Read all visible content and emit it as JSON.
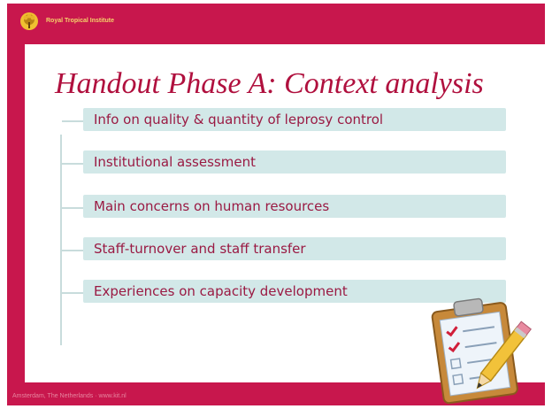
{
  "header": {
    "org_name": "Royal Tropical Institute"
  },
  "slide": {
    "title": "Handout Phase A: Context analysis",
    "items": [
      {
        "label": "Info on quality & quantity of leprosy control"
      },
      {
        "label": "Institutional assessment"
      },
      {
        "label": "Main concerns on human resources"
      },
      {
        "label": "Staff-turnover and staff transfer"
      },
      {
        "label": "Experiences on capacity development"
      }
    ]
  },
  "footer": {
    "text": "Amsterdam, The Netherlands · www.kit.nl"
  },
  "colors": {
    "brand_crimson": "#c8174d",
    "title_color": "#b0103e",
    "box_color": "#d2e8e8",
    "text_color": "#9a1a43"
  },
  "icons": [
    "tree-logo-icon",
    "clipboard-pencil-icon"
  ]
}
